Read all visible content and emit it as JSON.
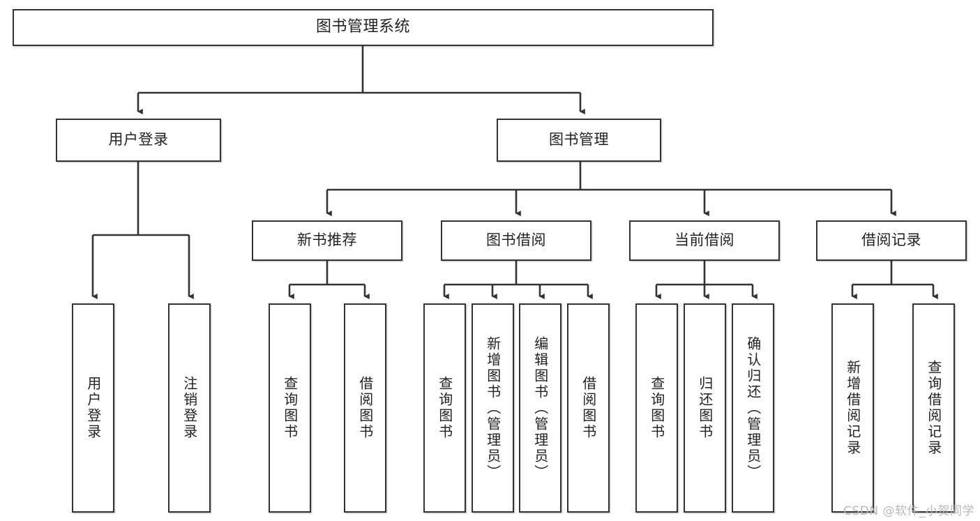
{
  "diagram": {
    "title": "图书管理系统",
    "type": "hierarchy-tree",
    "watermark": "CSDN @软件_小贺同学",
    "colors": {
      "box_border": "#333333",
      "box_fill": "#ffffff",
      "connector": "#333333",
      "text": "#222222",
      "watermark": "#b9b9b9",
      "canvas": "#ffffff"
    },
    "nodes": {
      "root": {
        "label": "图书管理系统"
      },
      "level2": [
        {
          "id": "user-login",
          "label": "用户登录"
        },
        {
          "id": "book-management",
          "label": "图书管理"
        }
      ],
      "level3": [
        {
          "id": "new-book-recommend",
          "label": "新书推荐"
        },
        {
          "id": "book-borrow",
          "label": "图书借阅"
        },
        {
          "id": "current-borrow",
          "label": "当前借阅"
        },
        {
          "id": "borrow-record",
          "label": "借阅记录"
        }
      ],
      "leaves": {
        "user_login": [
          {
            "id": "leaf-user-login",
            "label": "用户登录"
          },
          {
            "id": "leaf-logout-login",
            "label": "注销登录"
          }
        ],
        "new_book_recommend": [
          {
            "id": "leaf-query-book-1",
            "label": "查询图书"
          },
          {
            "id": "leaf-borrow-book-1",
            "label": "借阅图书"
          }
        ],
        "book_borrow": [
          {
            "id": "leaf-query-book-2",
            "label": "查询图书"
          },
          {
            "id": "leaf-add-book",
            "label": "新增图书（管理员）"
          },
          {
            "id": "leaf-edit-book",
            "label": "编辑图书（管理员）"
          },
          {
            "id": "leaf-borrow-book-2",
            "label": "借阅图书"
          }
        ],
        "current_borrow": [
          {
            "id": "leaf-query-book-3",
            "label": "查询图书"
          },
          {
            "id": "leaf-return-book",
            "label": "归还图书"
          },
          {
            "id": "leaf-confirm-return",
            "label": "确认归还（管理员）"
          }
        ],
        "borrow_record": [
          {
            "id": "leaf-add-record",
            "label": "新增借阅记录"
          },
          {
            "id": "leaf-query-record",
            "label": "查询借阅记录"
          }
        ]
      }
    }
  }
}
